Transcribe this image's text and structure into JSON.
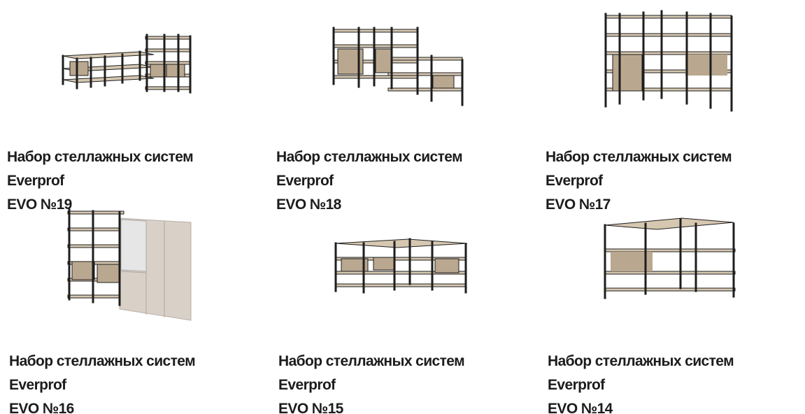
{
  "catalog": {
    "products": [
      {
        "title_line1": "Набор стеллажных систем Everprof",
        "title_line2": "EVO №19",
        "image": "corner-shelving-set-image"
      },
      {
        "title_line1": "Набор стеллажных систем Everprof",
        "title_line2": "EVO №18",
        "image": "corner-shelving-set-image"
      },
      {
        "title_line1": "Набор стеллажных систем Everprof",
        "title_line2": "EVO №17",
        "image": "corner-shelving-set-image"
      },
      {
        "title_line1": "Набор стеллажных систем Everprof",
        "title_line2": "EVO №16",
        "image": "shelving-with-wardrobe-image"
      },
      {
        "title_line1": "Набор стеллажных систем Everprof",
        "title_line2": "EVO №15",
        "image": "corner-shelving-set-image"
      },
      {
        "title_line1": "Набор стеллажных систем Everprof",
        "title_line2": "EVO №14",
        "image": "corner-shelving-set-image"
      }
    ]
  },
  "colors": {
    "frame": "#1e1e1e",
    "wood": "#d6c7b1",
    "wood_dark": "#b9a88f",
    "cabinet": "#d9d0c7",
    "glass": "#e6e6e6"
  }
}
